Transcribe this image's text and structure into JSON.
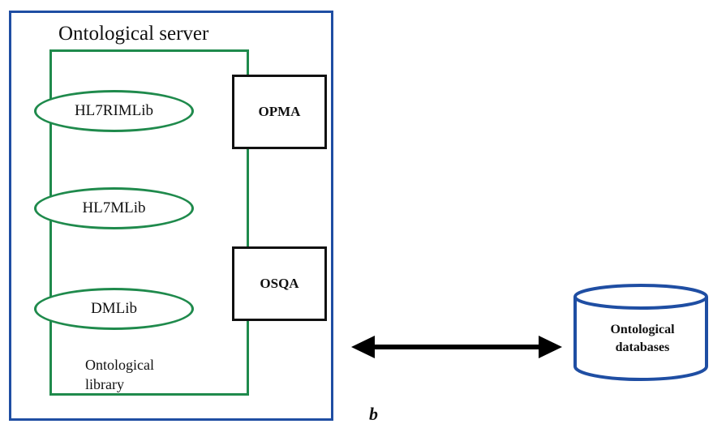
{
  "diagram": {
    "server": {
      "title": "Ontological server"
    },
    "library": {
      "label_line1": "Ontological",
      "label_line2": "library",
      "libs": [
        "HL7RIMLib",
        "HL7MLib",
        "DMLib"
      ]
    },
    "modules": [
      "OPMA",
      "OSQA"
    ],
    "database": {
      "label_line1": "Ontological",
      "label_line2": "databases"
    },
    "figure_letter": "b",
    "colors": {
      "server_border": "#1f4ea3",
      "library_border": "#1f8a4c",
      "module_border": "#111111",
      "database_border": "#1f4ea3",
      "arrow": "#000000"
    }
  }
}
